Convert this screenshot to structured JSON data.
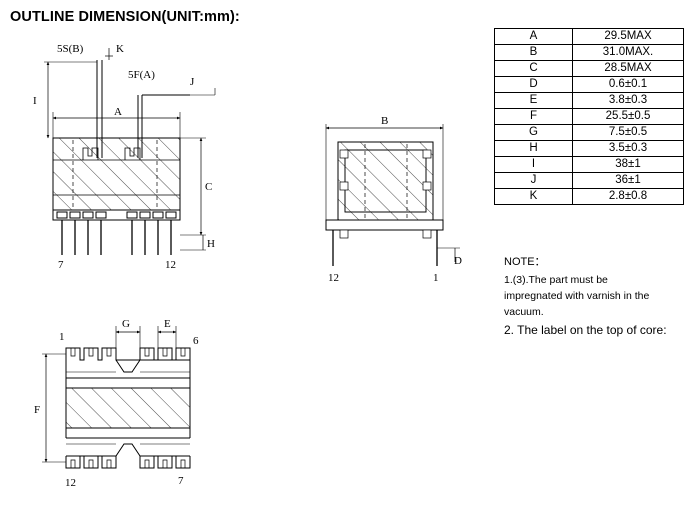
{
  "title": "OUTLINE DIMENSION(UNIT:mm):",
  "dimension_table": [
    {
      "key": "A",
      "value": "29.5MAX"
    },
    {
      "key": "B",
      "value": "31.0MAX."
    },
    {
      "key": "C",
      "value": "28.5MAX"
    },
    {
      "key": "D",
      "value": "0.6±0.1"
    },
    {
      "key": "E",
      "value": "3.8±0.3"
    },
    {
      "key": "F",
      "value": "25.5±0.5"
    },
    {
      "key": "G",
      "value": "7.5±0.5"
    },
    {
      "key": "H",
      "value": "3.5±0.3"
    },
    {
      "key": "I",
      "value": "38±1"
    },
    {
      "key": "J",
      "value": "36±1"
    },
    {
      "key": "K",
      "value": "2.8±0.8"
    }
  ],
  "notes": {
    "heading": "NOTE：",
    "note1_line1": "1.(3).The part must be",
    "note1_line2": "impregnated with varnish in  the",
    "note1_line3": "vacuum.",
    "note2": "2. The label on the top of core:"
  },
  "front_view": {
    "label_5s": "5S(B)",
    "label_k": "K",
    "label_5f": "5F(A)",
    "label_j": "J",
    "label_i": "I",
    "label_a": "A",
    "label_c": "C",
    "label_h": "H",
    "pin_left": "7",
    "pin_right": "12"
  },
  "side_view": {
    "label_b": "B",
    "label_d": "D",
    "pin_left": "12",
    "pin_right": "1"
  },
  "bottom_view": {
    "label_g": "G",
    "label_e": "E",
    "label_f": "F",
    "pin_top_left": "1",
    "pin_top_right": "6",
    "pin_bottom_left": "12",
    "pin_bottom_right": "7"
  }
}
